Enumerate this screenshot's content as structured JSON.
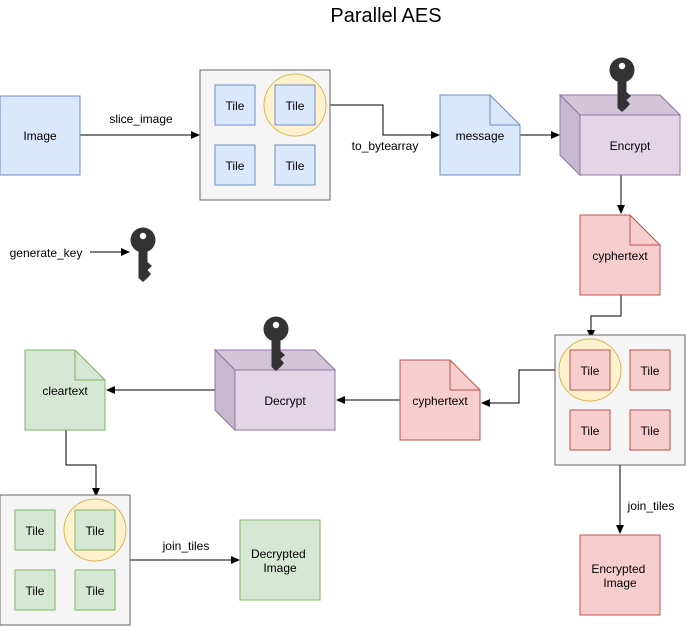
{
  "title": "Parallel AES",
  "nodes": {
    "image": "Image",
    "message": "message",
    "encrypt": "Encrypt",
    "cyphertext_top": "cyphertext",
    "cyphertext_mid": "cyphertext",
    "decrypt": "Decrypt",
    "cleartext": "cleartext",
    "encrypted_image": "Encrypted Image",
    "decrypted_image": "Decrypted Image"
  },
  "tile_label": "Tile",
  "edges": {
    "slice_image": "slice_image",
    "to_bytearray": "to_bytearray",
    "generate_key": "generate_key",
    "join_tiles_right": "join_tiles",
    "join_tiles_bottom": "join_tiles"
  },
  "colors": {
    "blue_fill": "#dae8fc",
    "blue_stroke": "#6c8ebf",
    "purple_fill": "#e1d5e7",
    "purple_stroke": "#9673a6",
    "red_fill": "#f8cecc",
    "red_stroke": "#b85450",
    "green_fill": "#d5e8d4",
    "green_stroke": "#82b366",
    "gray_fill": "#f5f5f5",
    "gray_stroke": "#666666",
    "highlight_fill": "#fff2cc",
    "highlight_stroke": "#d6b656",
    "key_color": "#333333"
  },
  "icons": [
    "key-icon"
  ]
}
